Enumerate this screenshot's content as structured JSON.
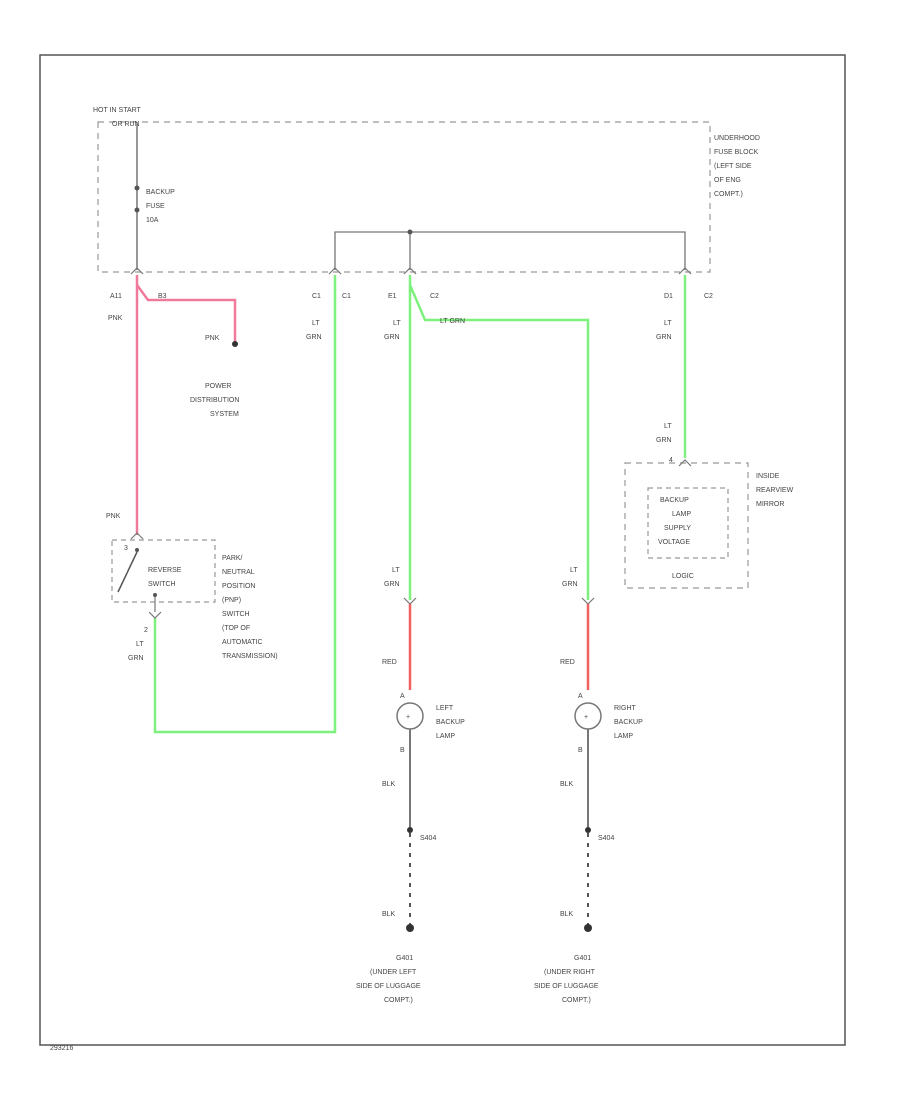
{
  "diagram": {
    "figure_id": "293216",
    "power_source": {
      "line1": "HOT IN START",
      "line2": "OR RUN"
    },
    "fuse": {
      "line1": "BACKUP",
      "line2": "FUSE",
      "line3": "10A"
    },
    "fuse_block": {
      "line1": "UNDERHOOD",
      "line2": "FUSE BLOCK",
      "line3": "(LEFT SIDE",
      "line4": "OF ENG",
      "line5": "COMPT.)"
    },
    "pins": {
      "a11": "A11",
      "b3": "B3",
      "c1": "C1",
      "c1_conn": "C1",
      "e1": "E1",
      "e1_conn": "C2",
      "d1": "D1",
      "d1_conn": "C2",
      "mirror_pin": "4",
      "switch_pin_top": "3",
      "switch_pin_bottom": "2",
      "left_lamp_top": "A",
      "left_lamp_bottom": "B",
      "right_lamp_top": "A",
      "right_lamp_bottom": "B"
    },
    "wires": {
      "pnk_1": "PNK",
      "pnk_2": "PNK",
      "pnk_3": "PNK",
      "ltgrn_c1": {
        "line1": "LT",
        "line2": "GRN"
      },
      "ltgrn_e1": {
        "line1": "LT",
        "line2": "GRN"
      },
      "ltgrn_branch": "LT GRN",
      "ltgrn_d1": {
        "line1": "LT",
        "line2": "GRN"
      },
      "ltgrn_mirror": {
        "line1": "LT",
        "line2": "GRN"
      },
      "ltgrn_switch": {
        "line1": "LT",
        "line2": "GRN"
      },
      "ltgrn_left": {
        "line1": "LT",
        "line2": "GRN"
      },
      "ltgrn_right": {
        "line1": "LT",
        "line2": "GRN"
      },
      "red_left": "RED",
      "red_right": "RED",
      "blk_left_1": "BLK",
      "blk_right_1": "BLK",
      "blk_left_2": "BLK",
      "blk_right_2": "BLK"
    },
    "power_distribution": {
      "line1": "POWER",
      "line2": "DISTRIBUTION",
      "line3": "SYSTEM"
    },
    "mirror": {
      "inner": {
        "line1": "BACKUP",
        "line2": "LAMP",
        "line3": "SUPPLY",
        "line4": "VOLTAGE"
      },
      "logic": "LOGIC",
      "label": {
        "line1": "INSIDE",
        "line2": "REARVIEW",
        "line3": "MIRROR"
      }
    },
    "switch": {
      "name": {
        "line1": "REVERSE",
        "line2": "SWITCH"
      },
      "component": {
        "line1": "PARK/",
        "line2": "NEUTRAL",
        "line3": "POSITION",
        "line4": "(PNP)",
        "line5": "SWITCH",
        "line6": "(TOP OF",
        "line7": "AUTOMATIC",
        "line8": "TRANSMISSION)"
      }
    },
    "left_lamp": {
      "line1": "LEFT",
      "line2": "BACKUP",
      "line3": "LAMP"
    },
    "right_lamp": {
      "line1": "RIGHT",
      "line2": "BACKUP",
      "line3": "LAMP"
    },
    "splices": {
      "left": "S404",
      "right": "S404"
    },
    "grounds": {
      "left": {
        "id": "G401",
        "line1": "(UNDER LEFT",
        "line2": "SIDE OF LUGGAGE",
        "line3": "COMPT.)"
      },
      "right": {
        "id": "G401",
        "line1": "(UNDER RIGHT",
        "line2": "SIDE OF LUGGAGE",
        "line3": "COMPT.)"
      }
    },
    "colors": {
      "pink_wire": "#f07a9a",
      "green_wire": "#7df07d",
      "red_wire": "#f06060",
      "black_wire": "#777777",
      "frame": "#555555",
      "dashed_box": "#999999"
    }
  }
}
